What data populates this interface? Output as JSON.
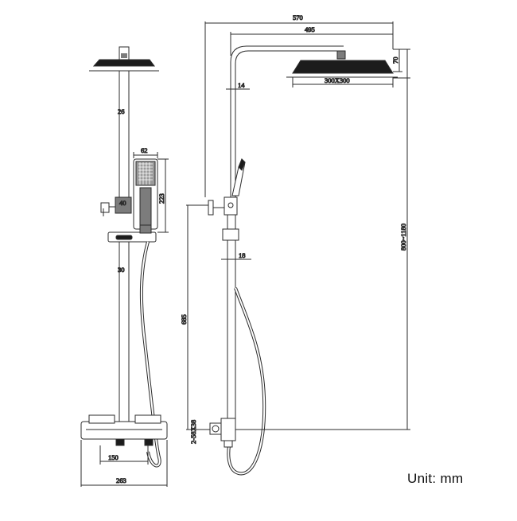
{
  "unit_label": "Unit: mm",
  "front_view": {
    "dims": {
      "pipe_dia": "26",
      "handshower_width": "62",
      "handshower_height": "223",
      "holder_dia": "40",
      "riser_dia": "30",
      "valve_spacing": "150",
      "valve_width": "263"
    }
  },
  "side_view": {
    "dims": {
      "total_projection": "570",
      "arm_projection": "495",
      "head_height": "70",
      "head_size": "300X300",
      "arm_dia": "14",
      "slider_dia": "18",
      "outlet_height": "685",
      "thread": "2-58X38",
      "adjustable_height": "800~1180"
    }
  },
  "colors": {
    "line": "#2b2b2b",
    "fill": "#7c7c7c",
    "dark": "#1c1c1c"
  }
}
